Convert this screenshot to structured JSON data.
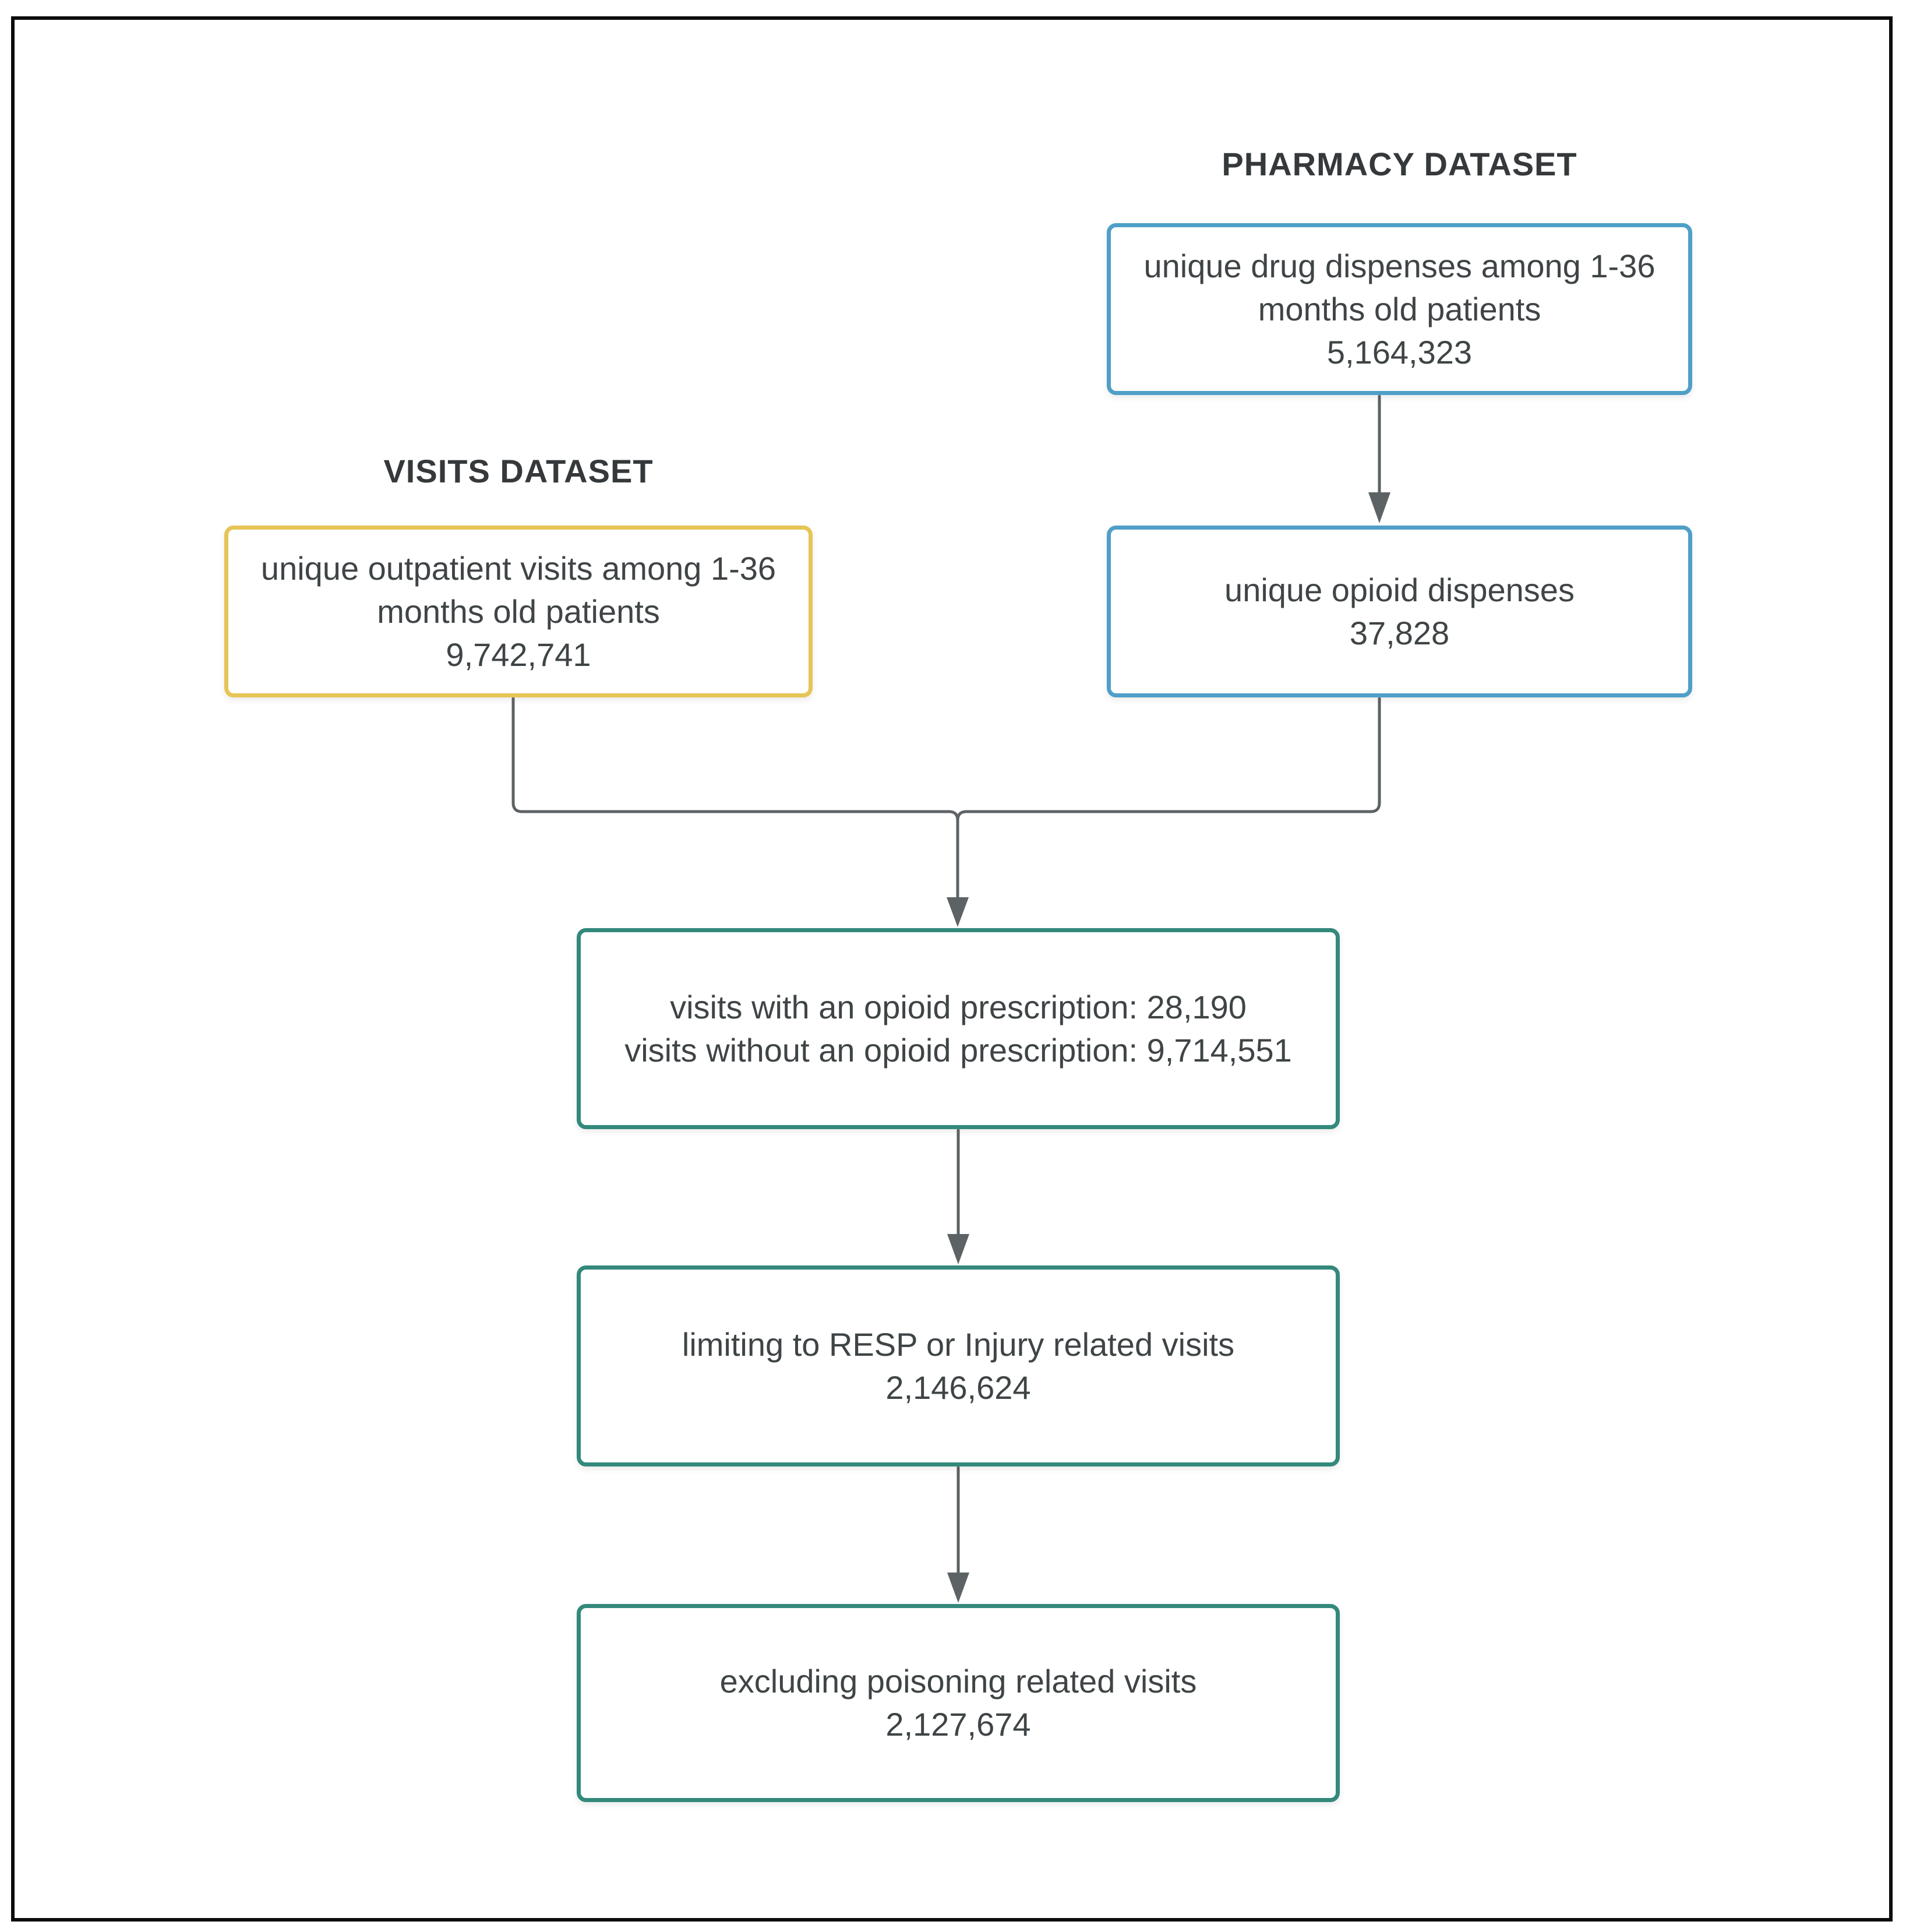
{
  "titles": {
    "pharmacy": "PHARMACY DATASET",
    "visits": "VISITS DATASET"
  },
  "nodes": {
    "drug_dispenses": {
      "line1": "unique drug dispenses among 1-36",
      "line2": "months old patients",
      "value": "5,164,323"
    },
    "outpatient_visits": {
      "line1": "unique outpatient visits among 1-36",
      "line2": "months old patients",
      "value": "9,742,741"
    },
    "opioid_dispenses": {
      "line1": "unique opioid dispenses",
      "value": "37,828"
    },
    "rx_split": {
      "line1": "visits with an opioid prescription: 28,190",
      "line2": "visits without an opioid prescription: 9,714,551"
    },
    "resp_injury": {
      "line1": "limiting to RESP or Injury related visits",
      "value": "2,146,624"
    },
    "excluding_poisoning": {
      "line1": "excluding poisoning related visits",
      "value": "2,127,674"
    }
  },
  "edges": [
    {
      "from": "drug_dispenses",
      "to": "opioid_dispenses"
    },
    {
      "from": "outpatient_visits",
      "to": "rx_split"
    },
    {
      "from": "opioid_dispenses",
      "to": "rx_split"
    },
    {
      "from": "rx_split",
      "to": "resp_injury"
    },
    {
      "from": "resp_injury",
      "to": "excluding_poisoning"
    }
  ],
  "colors": {
    "pharmacy_border": "#4f9fc8",
    "visits_border": "#e6c455",
    "merged_border": "#33897b",
    "arrow": "#5d6265",
    "box_text": "#3f4446",
    "title_text": "#35393b",
    "frame": "#0c0c0c",
    "background": "#ffffff"
  }
}
